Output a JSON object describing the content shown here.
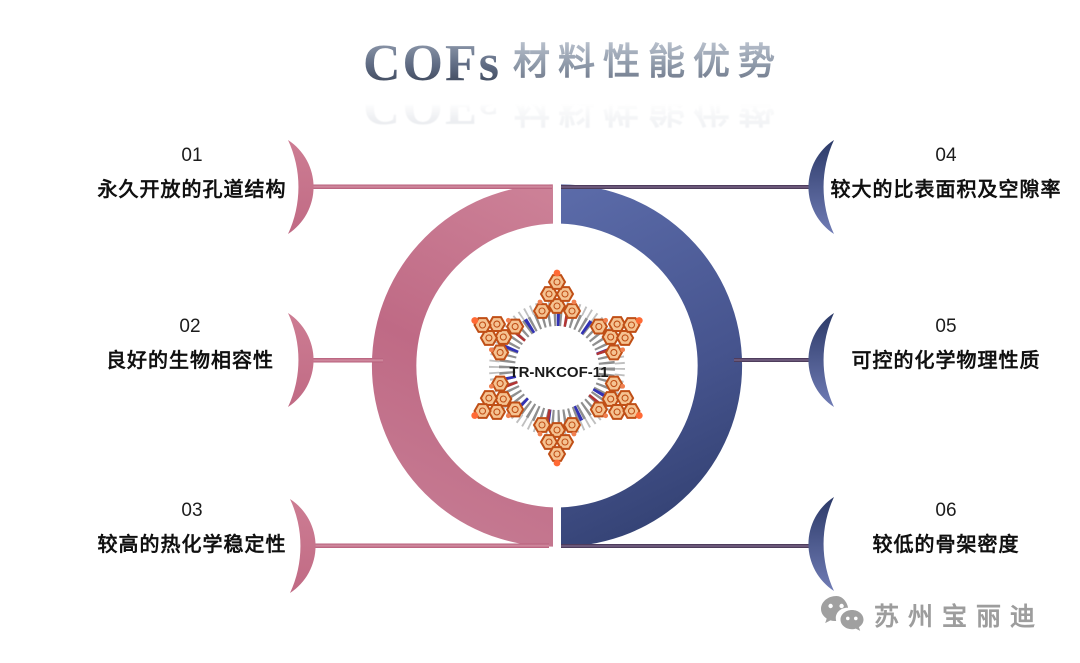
{
  "title": {
    "en": "COFs",
    "zh": "材料性能优势"
  },
  "center": {
    "molecule_label": "TR-NKCOF-11"
  },
  "features": [
    {
      "id": "01",
      "label": "永久开放的孔道结构",
      "side": "left"
    },
    {
      "id": "02",
      "label": "良好的生物相容性",
      "side": "left"
    },
    {
      "id": "03",
      "label": "较高的热化学稳定性",
      "side": "left"
    },
    {
      "id": "04",
      "label": "较大的比表面积及空隙率",
      "side": "right"
    },
    {
      "id": "05",
      "label": "可控的化学物理性质",
      "side": "right"
    },
    {
      "id": "06",
      "label": "较低的骨架密度",
      "side": "right"
    }
  ],
  "watermark": {
    "brand": "苏州宝丽迪",
    "icon": "wechat-icon"
  },
  "colors": {
    "pink": "#c4708a",
    "pink_dark": "#b05a77",
    "pink_light": "#d28da0",
    "blue": "#5565a5",
    "blue_dark": "#2e3c6b",
    "purple_line": "#54425f",
    "molecule_orange": "#f5c392",
    "molecule_outline": "#c04f16",
    "title_gray": "#5d6981",
    "text_black": "#101010",
    "watermark_gray": "#9d9d9d"
  }
}
